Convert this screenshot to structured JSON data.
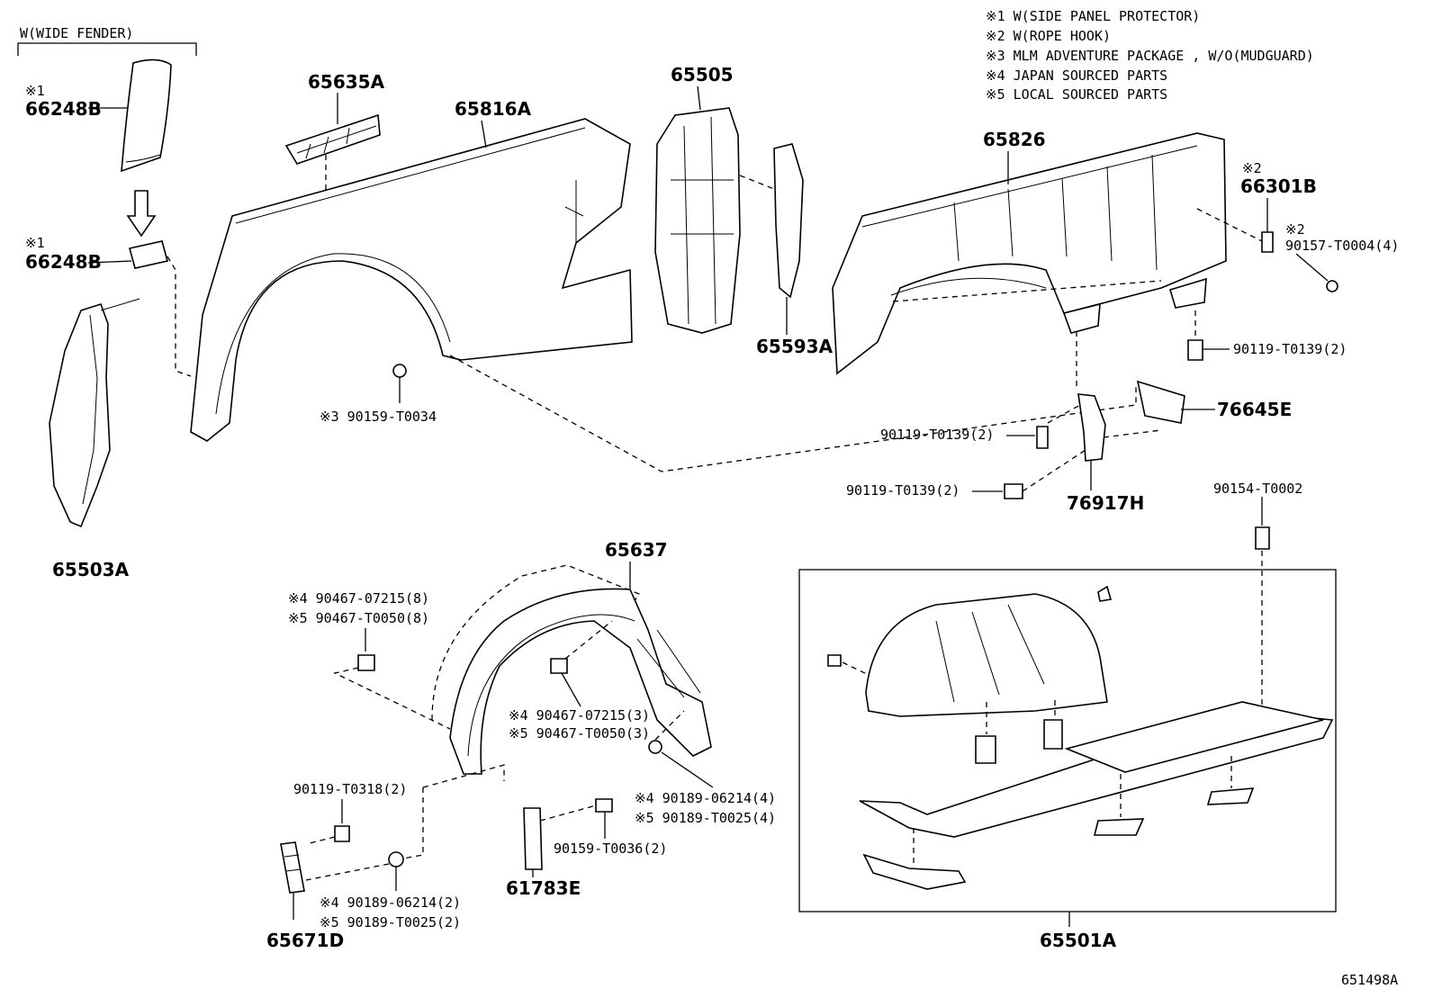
{
  "notes": [
    "※1 W(SIDE PANEL PROTECTOR)",
    "※2 W(ROPE HOOK)",
    "※3 MLM ADVENTURE PACKAGE , W/O(MUDGUARD)",
    "※4 JAPAN SOURCED PARTS",
    "※5 LOCAL SOURCED PARTS"
  ],
  "group_label": "W(WIDE FENDER)",
  "diagram_id": "651498A",
  "callouts": {
    "mark1_a": "※1",
    "part_66248B_a": "66248B",
    "mark1_b": "※1",
    "part_66248B_b": "66248B",
    "part_65503A": "65503A",
    "part_65635A": "65635A",
    "part_65816A": "65816A",
    "part_65505": "65505",
    "part_65593A": "65593A",
    "part_65826": "65826",
    "mark2_a": "※2",
    "part_66301B": "66301B",
    "mark2_b": "※2",
    "part_90157": "90157-T0004(4)",
    "part_90119_a": "90119-T0139(2)",
    "part_76645E": "76645E",
    "part_90119_b": "90119-T0139(2)",
    "part_90119_c": "90119-T0139(2)",
    "part_76917H": "76917H",
    "part_90159_T0034": "※3 90159-T0034",
    "part_90154": "90154-T0002",
    "part_65637": "65637",
    "part_90467_a1": "※4 90467-07215(8)",
    "part_90467_a2": "※5 90467-T0050(8)",
    "part_90467_b1": "※4 90467-07215(3)",
    "part_90467_b2": "※5 90467-T0050(3)",
    "part_90189_a1": "※4 90189-06214(4)",
    "part_90189_a2": "※5 90189-T0025(4)",
    "part_90119_T0318": "90119-T0318(2)",
    "part_90159_T0036": "90159-T0036(2)",
    "part_61783E": "61783E",
    "part_90189_b1": "※4 90189-06214(2)",
    "part_90189_b2": "※5 90189-T0025(2)",
    "part_65671D": "65671D",
    "part_65501A": "65501A"
  }
}
